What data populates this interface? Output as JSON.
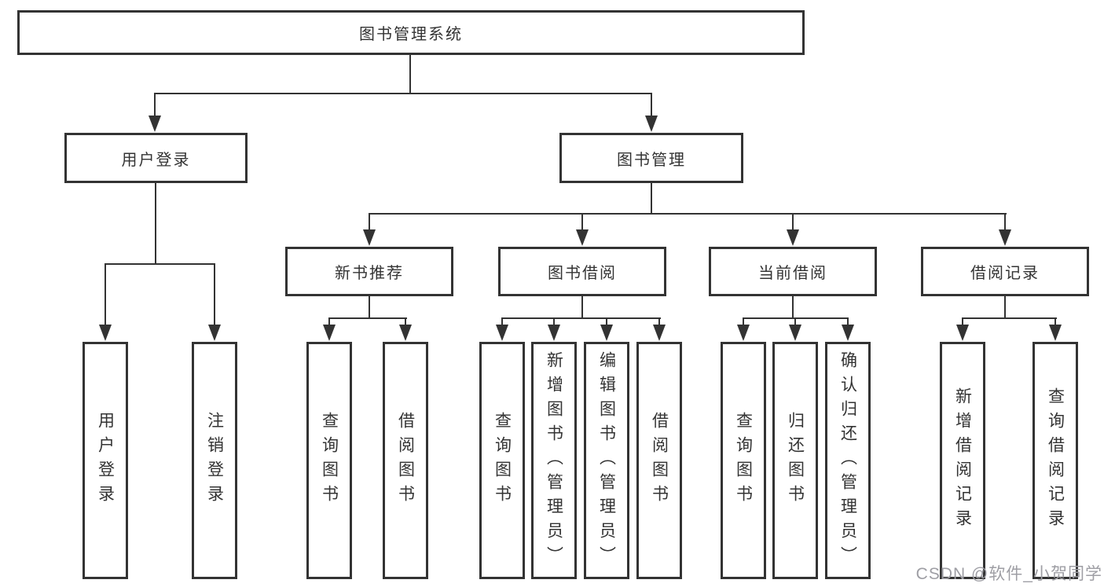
{
  "colors": {
    "line": "#333333",
    "box_border": "#333333",
    "text": "#333333",
    "watermark": "#9e9ea4",
    "background": "#ffffff"
  },
  "tree": {
    "label": "图书管理系统",
    "children": [
      {
        "label": "用户登录",
        "children": [
          {
            "label": "用户登录"
          },
          {
            "label": "注销登录"
          }
        ]
      },
      {
        "label": "图书管理",
        "children": [
          {
            "label": "新书推荐",
            "children": [
              {
                "label": "查询图书"
              },
              {
                "label": "借阅图书"
              }
            ]
          },
          {
            "label": "图书借阅",
            "children": [
              {
                "label": "查询图书"
              },
              {
                "label": "新增图书（管理员）"
              },
              {
                "label": "编辑图书（管理员）"
              },
              {
                "label": "借阅图书"
              }
            ]
          },
          {
            "label": "当前借阅",
            "children": [
              {
                "label": "查询图书"
              },
              {
                "label": "归还图书"
              },
              {
                "label": "确认归还（管理员）"
              }
            ]
          },
          {
            "label": "借阅记录",
            "children": [
              {
                "label": "新增借阅记录"
              },
              {
                "label": "查询借阅记录"
              }
            ]
          }
        ]
      }
    ]
  },
  "watermark": "CSDN @软件_小贺同学"
}
